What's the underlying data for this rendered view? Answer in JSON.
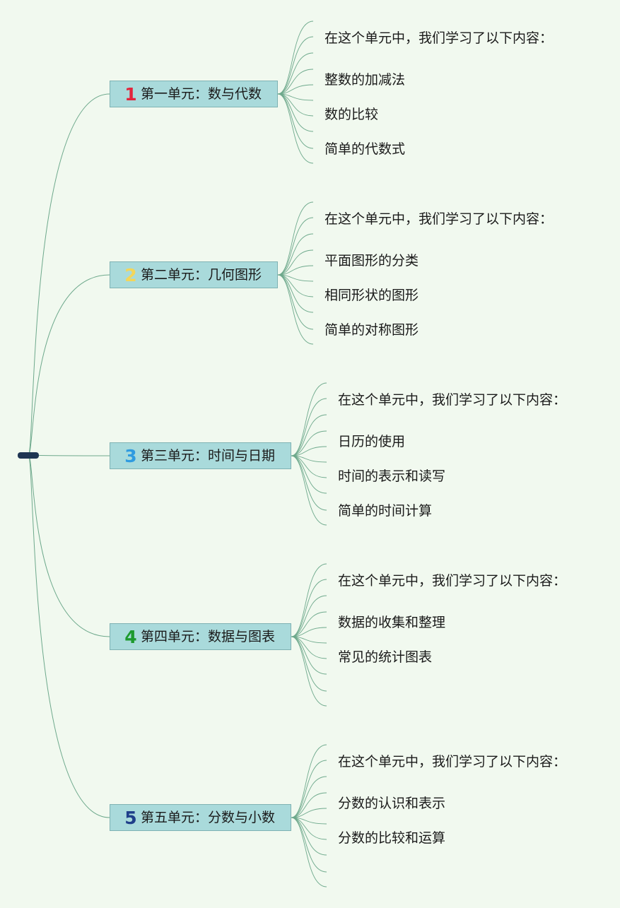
{
  "colors": {
    "background": "#f1f9ef",
    "link": "#6ea98c",
    "node_fill": "#a9dadb",
    "root": "#1f3553"
  },
  "units": [
    {
      "number": "1",
      "number_color": "#e2253c",
      "title": "第一单元：数与代数",
      "items": [
        "在这个单元中，我们学习了以下内容：",
        "整数的加减法",
        "数的比较",
        "简单的代数式"
      ],
      "empty_branches": 0
    },
    {
      "number": "2",
      "number_color": "#f3d65a",
      "title": "第二单元：几何图形",
      "items": [
        "在这个单元中，我们学习了以下内容：",
        "平面图形的分类",
        "相同形状的图形",
        "简单的对称图形"
      ],
      "empty_branches": 0
    },
    {
      "number": "3",
      "number_color": "#2f9be0",
      "title": "第三单元：时间与日期",
      "items": [
        "在这个单元中，我们学习了以下内容：",
        "日历的使用",
        "时间的表示和读写",
        "简单的时间计算"
      ],
      "empty_branches": 0
    },
    {
      "number": "4",
      "number_color": "#1e9a2e",
      "title": "第四单元：数据与图表",
      "items": [
        "在这个单元中，我们学习了以下内容：",
        "数据的收集和整理",
        "常见的统计图表"
      ],
      "empty_branches": 1
    },
    {
      "number": "5",
      "number_color": "#1f3f8a",
      "title": "第五单元：分数与小数",
      "items": [
        "在这个单元中，我们学习了以下内容：",
        "分数的认识和表示",
        "分数的比较和运算"
      ],
      "empty_branches": 1
    }
  ]
}
